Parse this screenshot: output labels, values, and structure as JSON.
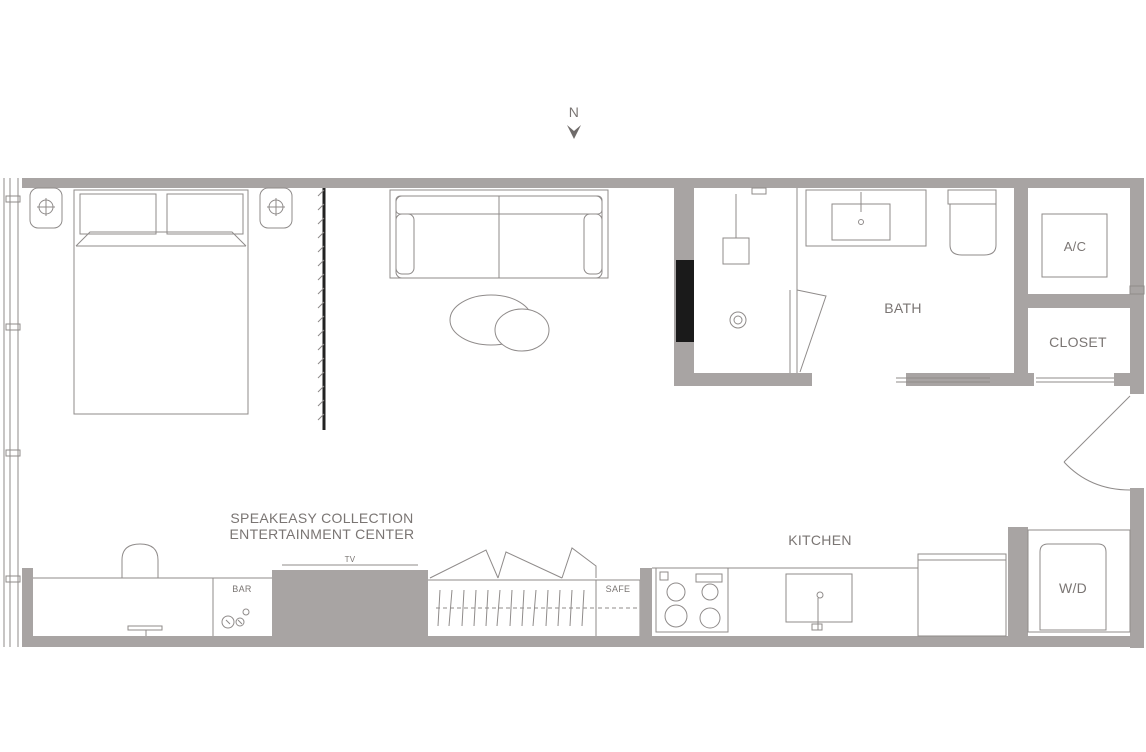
{
  "compass": {
    "label": "N"
  },
  "rooms": {
    "bath": "BATH",
    "ac": "A/C",
    "closet": "CLOSET",
    "kitchen": "KITCHEN",
    "wd": "W/D",
    "bar": "BAR",
    "safe": "SAFE",
    "tv": "TV",
    "entertainment_line1": "SPEAKEASY COLLECTION",
    "entertainment_line2": "ENTERTAINMENT CENTER"
  },
  "colors": {
    "wall": "#a8a4a3",
    "line": "#8f8b8a",
    "text": "#7a7573",
    "accent_dark": "#1a1a1a"
  }
}
